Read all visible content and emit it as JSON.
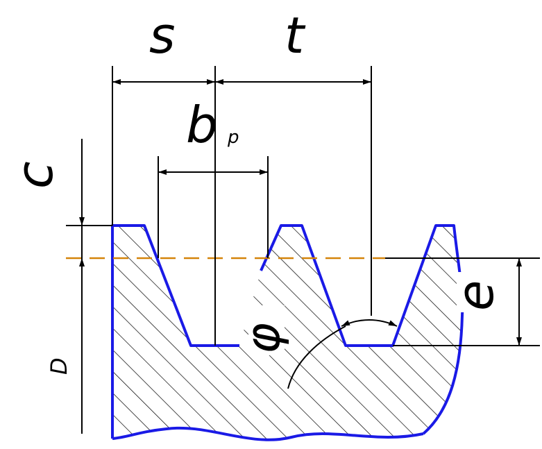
{
  "labels": {
    "s": "s",
    "t": "t",
    "b": "b",
    "b_sub": "p",
    "c": "c",
    "e": "e",
    "phi": "φ",
    "D": "D"
  },
  "colors": {
    "outline": "#1a1ae6",
    "pitch_line": "#d4840a",
    "dimension": "#000000",
    "hatch": "#000000"
  }
}
